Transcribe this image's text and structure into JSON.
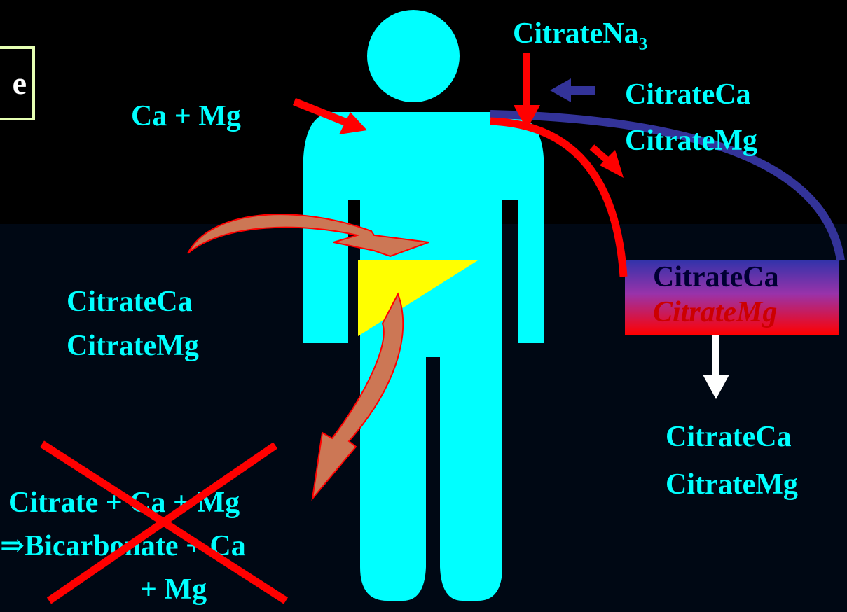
{
  "labels": {
    "partial_box_text": "e",
    "ca_mg_intake": "Ca + Mg",
    "citrate_na3_prefix": "CitrateNa",
    "citrate_na3_sub": "3",
    "feedback_top_line1": "CitrateCa",
    "feedback_top_line2": "CitrateMg",
    "gut_line1": "CitrateCa",
    "gut_line2": "CitrateMg",
    "urine_box_line1": "CitrateCa",
    "urine_box_line2": "CitrateMg",
    "excreted_line1": "CitrateCa",
    "excreted_line2": "CitrateMg",
    "crossed_line1": "Citrate + Ca + Mg",
    "crossed_line2": "⇒Bicarbonate + Ca",
    "crossed_line3": "+ Mg"
  },
  "colors": {
    "figure": "#00ffff",
    "liver": "#ffff00",
    "red_arrow": "#ff0000",
    "blue_arc": "#333399",
    "curved_arrow_fill": "#cc7755",
    "white_arrow": "#ffffff"
  }
}
